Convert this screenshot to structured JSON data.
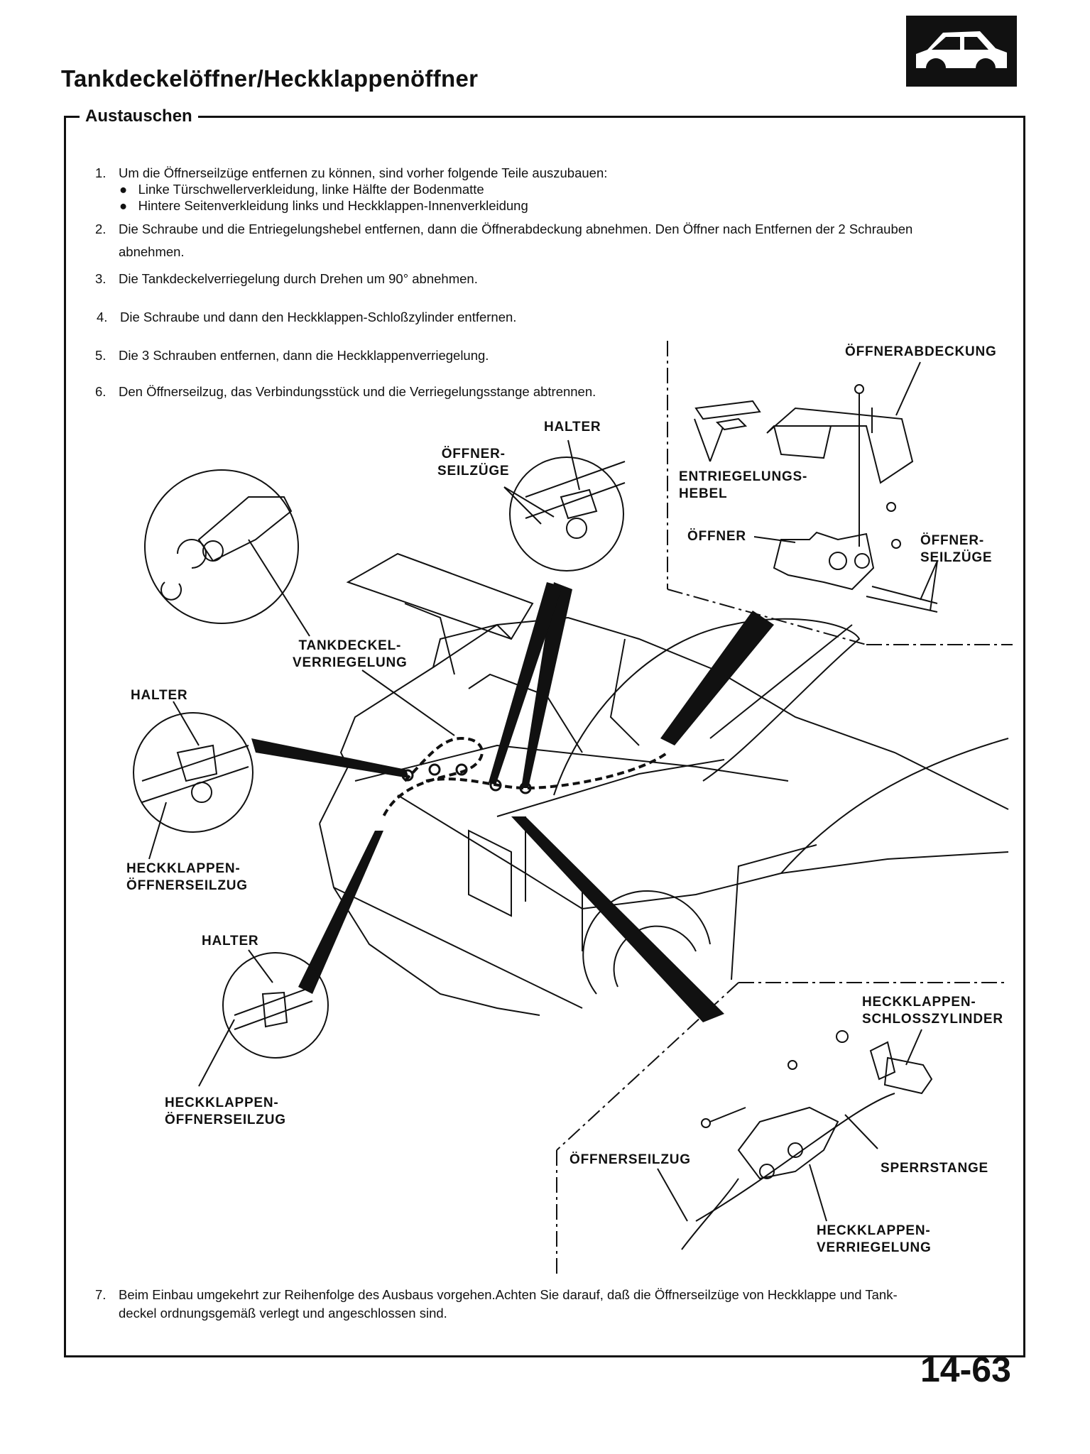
{
  "header": {
    "title": "Tankdeckelöffner/Heckklappenöffner",
    "section": "Austauschen"
  },
  "steps": [
    {
      "num": "1.",
      "text": "Um die Öffnerseilzüge entfernen zu können, sind vorher folgende Teile auszubauen:",
      "bullets": [
        "Linke Türschwellerverkleidung, linke Hälfte der Bodenmatte",
        "Hintere Seitenverkleidung links und Heckklappen-Innenverkleidung"
      ]
    },
    {
      "num": "2.",
      "text": "Die Schraube und die Entriegelungshebel entfernen, dann die Öffnerabdeckung abnehmen. Den Öffner nach Entfernen der 2 Schrauben",
      "text2": "abnehmen."
    },
    {
      "num": "3.",
      "text": "Die Tankdeckelverriegelung durch Drehen um 90° abnehmen."
    },
    {
      "num": "4.",
      "text": "Die Schraube und dann den Heckklappen-Schloßzylinder entfernen."
    },
    {
      "num": "5.",
      "text": "Die 3 Schrauben entfernen, dann die Heckklappenverriegelung."
    },
    {
      "num": "6.",
      "text": "Den Öffnerseilzug, das Verbindungsstück und die Verriegelungsstange abtrennen."
    },
    {
      "num": "7.",
      "text": "Beim Einbau umgekehrt zur Reihenfolge des Ausbaus vorgehen.Achten Sie darauf, daß die Öffnerseilzüge von Heckklappe und Tank-",
      "text2": "deckel ordnungsgemäß verlegt und angeschlossen sind."
    }
  ],
  "labels": {
    "oeffnerabdeckung": "ÖFFNERABDECKUNG",
    "halter_top": "HALTER",
    "oeffner_seilzuege_top": "ÖFFNER-\nSEILZÜGE",
    "entriegelungshebel": "ENTRIEGELUNGS-\nHEBEL",
    "oeffner": "ÖFFNER",
    "oeffner_seilzuege_right": "ÖFFNER-\nSEILZÜGE",
    "tankdeckel_verriegelung": "TANKDECKEL-\nVERRIEGELUNG",
    "halter_left": "HALTER",
    "heckklappen_oeffnerseilzug_1": "HECKKLAPPEN-\nÖFFNERSEILZUG",
    "halter_bottom": "HALTER",
    "heckklappen_oeffnerseilzug_2": "HECKKLAPPEN-\nÖFFNERSEILZUG",
    "heckklappen_schlosszylinder": "HECKKLAPPEN-\nSCHLOSSZYLINDER",
    "oeffnerseilzug": "ÖFFNERSEILZUG",
    "sperrstange": "SPERRSTANGE",
    "heckklappen_verriegelung": "HECKKLAPPEN-\nVERRIEGELUNG"
  },
  "page_number": "14-63"
}
